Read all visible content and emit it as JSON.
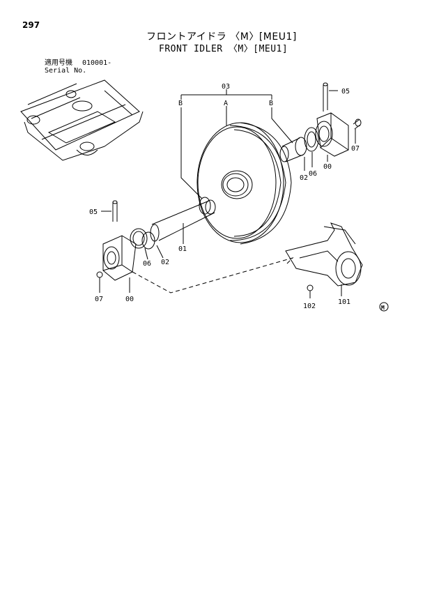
{
  "page": {
    "number": "297"
  },
  "title": {
    "jp": "フロントアイドラ 〈M〉[MEU1]",
    "en": "FRONT IDLER 〈M〉[MEU1]"
  },
  "serial": {
    "label_jp": "適用号機",
    "value": "010001-",
    "label_en": "Serial No."
  },
  "callouts": {
    "c03": "03",
    "cA": "A",
    "cB_left": "B",
    "cB_right": "B",
    "c05_right": "05",
    "c07_right": "07",
    "c00_right": "00",
    "c02_right": "02",
    "c06_right": "06",
    "c05_left": "05",
    "c01": "01",
    "c06_left": "06",
    "c02_left": "02",
    "c07_left": "07",
    "c00_left": "00",
    "c102": "102",
    "c101": "101",
    "cM": "M"
  }
}
